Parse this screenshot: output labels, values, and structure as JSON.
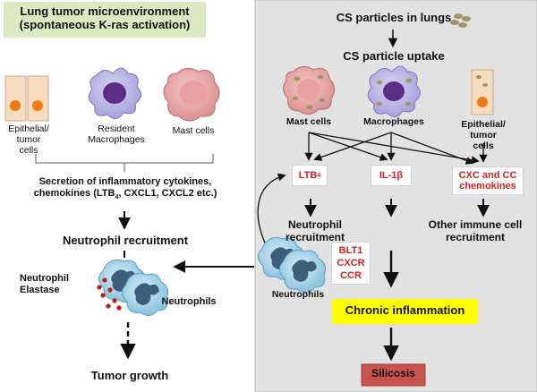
{
  "left": {
    "title_line1": "Lung tumor microenvironment",
    "title_line2": "(spontaneous K-ras activation)",
    "cells": {
      "epithelial_line1": "Epithelial/ tumor",
      "epithelial_line2": "cells",
      "macrophage_line1": "Resident",
      "macrophage_line2": "Macrophages",
      "mast": "Mast cells"
    },
    "secretion_line1": "Secretion of inflammatory cytokines,",
    "secretion_line2_a": "chemokines (LTB",
    "secretion_line2_sub": "4",
    "secretion_line2_b": ", CXCL1, CXCL2 etc.)",
    "neutrophil_recruitment": "Neutrophil recruitment",
    "neutrophil_elastase_line1": "Neutrophil",
    "neutrophil_elastase_line2": "Elastase",
    "neutrophils": "Neutrophils",
    "tumor_growth": "Tumor growth"
  },
  "right": {
    "cs_particles": "CS particles in lungs",
    "cs_uptake": "CS particle uptake",
    "mast": "Mast cells",
    "macrophages": "Macrophages",
    "epithelial_line1": "Epithelial/ tumor",
    "epithelial_line2": "cells",
    "ltb_a": "LTB",
    "ltb_sub": "4",
    "il1b": "IL-1β",
    "cxc_line1": "CXC and CC",
    "cxc_line2": "chemokines",
    "neutrophil_recruitment": "Neutrophil recruitment",
    "other_immune_line1": "Other immune cell",
    "other_immune_line2": "recruitment",
    "receptors": [
      "BLT1",
      "CXCR",
      "CCR"
    ],
    "neutrophils": "Neutrophils",
    "chronic_inflammation": "Chronic inflammation",
    "silicosis": "Silicosis"
  },
  "colors": {
    "left_title_bg": "#dbe8c0",
    "right_panel_bg": "#e2e2e2",
    "chronic_bg": "#ffff00",
    "silicosis_bg": "#c9534f",
    "label_red": "#d81e1e",
    "epithelial_cell": "#f8dcc0",
    "nucleus_orange": "#f07a12",
    "macrophage": "#bcb6e6",
    "macrophage_nucleus": "#5b2d87",
    "mast_cell": "#e7a7a7",
    "neutrophil": "#a8d6ec",
    "neutrophil_nucleus": "#3c5e79",
    "elastase_dot": "#c0161c",
    "cs_particle": "#a39466"
  }
}
